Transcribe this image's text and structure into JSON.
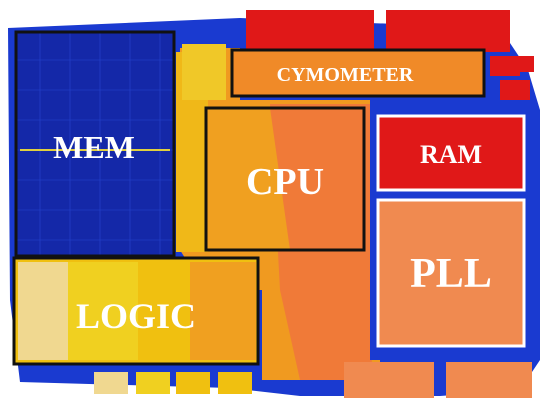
{
  "blocks": {
    "mem": {
      "label": "MEM"
    },
    "cymometer": {
      "label": "CYMOMETER"
    },
    "cpu": {
      "label": "CPU"
    },
    "ram": {
      "label": "RAM"
    },
    "pll": {
      "label": "PLL"
    },
    "logic": {
      "label": "LOGIC"
    }
  },
  "colors": {
    "mem_fill": "#1428a8",
    "cpu_fill": "#f0a020",
    "ram_fill": "#e01818",
    "pll_fill": "#f08040",
    "logic_fill": "#f0c010",
    "background": "#1030c0",
    "outline_dark": "#111111",
    "outline_light": "#ffffff"
  }
}
